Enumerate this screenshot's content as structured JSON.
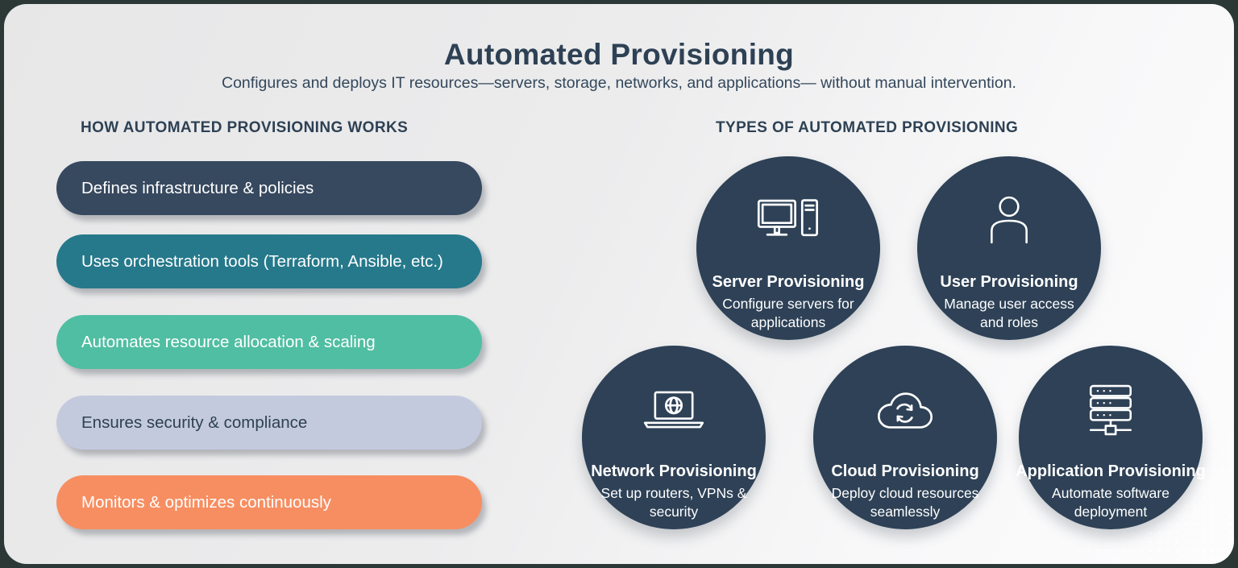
{
  "page": {
    "title": "Automated Provisioning",
    "subtitle": "Configures and deploys IT resources—servers, storage, networks, and applications— without manual intervention."
  },
  "colors": {
    "frame_background": "#2b3836",
    "card_background_start": "#e7e7e8",
    "card_background_end": "#fcfcfd",
    "heading_text": "#2e4154",
    "navy_circle": "#2e4156",
    "pill_navy": "#37495f",
    "pill_teal": "#26798b",
    "pill_green": "#50bea2",
    "pill_lavender": "#c4cade",
    "pill_orange": "#f78e61",
    "white": "#ffffff"
  },
  "how": {
    "heading": "HOW AUTOMATED PROVISIONING WORKS",
    "items": [
      {
        "label": "Defines infrastructure & policies",
        "bg": "#37495f",
        "text_color": "#ffffff"
      },
      {
        "label": "Uses orchestration tools (Terraform, Ansible, etc.)",
        "bg": "#26798b",
        "text_color": "#ffffff"
      },
      {
        "label": "Automates resource allocation & scaling",
        "bg": "#50bea2",
        "text_color": "#ffffff"
      },
      {
        "label": "Ensures security & compliance",
        "bg": "#c4cade",
        "text_color": "#2e4154"
      },
      {
        "label": "Monitors & optimizes continuously",
        "bg": "#f78e61",
        "text_color": "#ffffff"
      }
    ]
  },
  "types": {
    "heading": "TYPES OF AUTOMATED PROVISIONING",
    "items": [
      {
        "title": "Server Provisioning",
        "description": "Configure servers for applications",
        "icon": "desktop-computer-icon"
      },
      {
        "title": "User Provisioning",
        "description": "Manage user access and roles",
        "icon": "user-icon"
      },
      {
        "title": "Network Provisioning",
        "description": "Set up routers, VPNs & security",
        "icon": "laptop-globe-icon"
      },
      {
        "title": "Cloud Provisioning",
        "description": "Deploy cloud resources seamlessly",
        "icon": "cloud-sync-icon"
      },
      {
        "title": "Application Provisioning",
        "description": "Automate software deployment",
        "icon": "server-rack-icon"
      }
    ]
  }
}
